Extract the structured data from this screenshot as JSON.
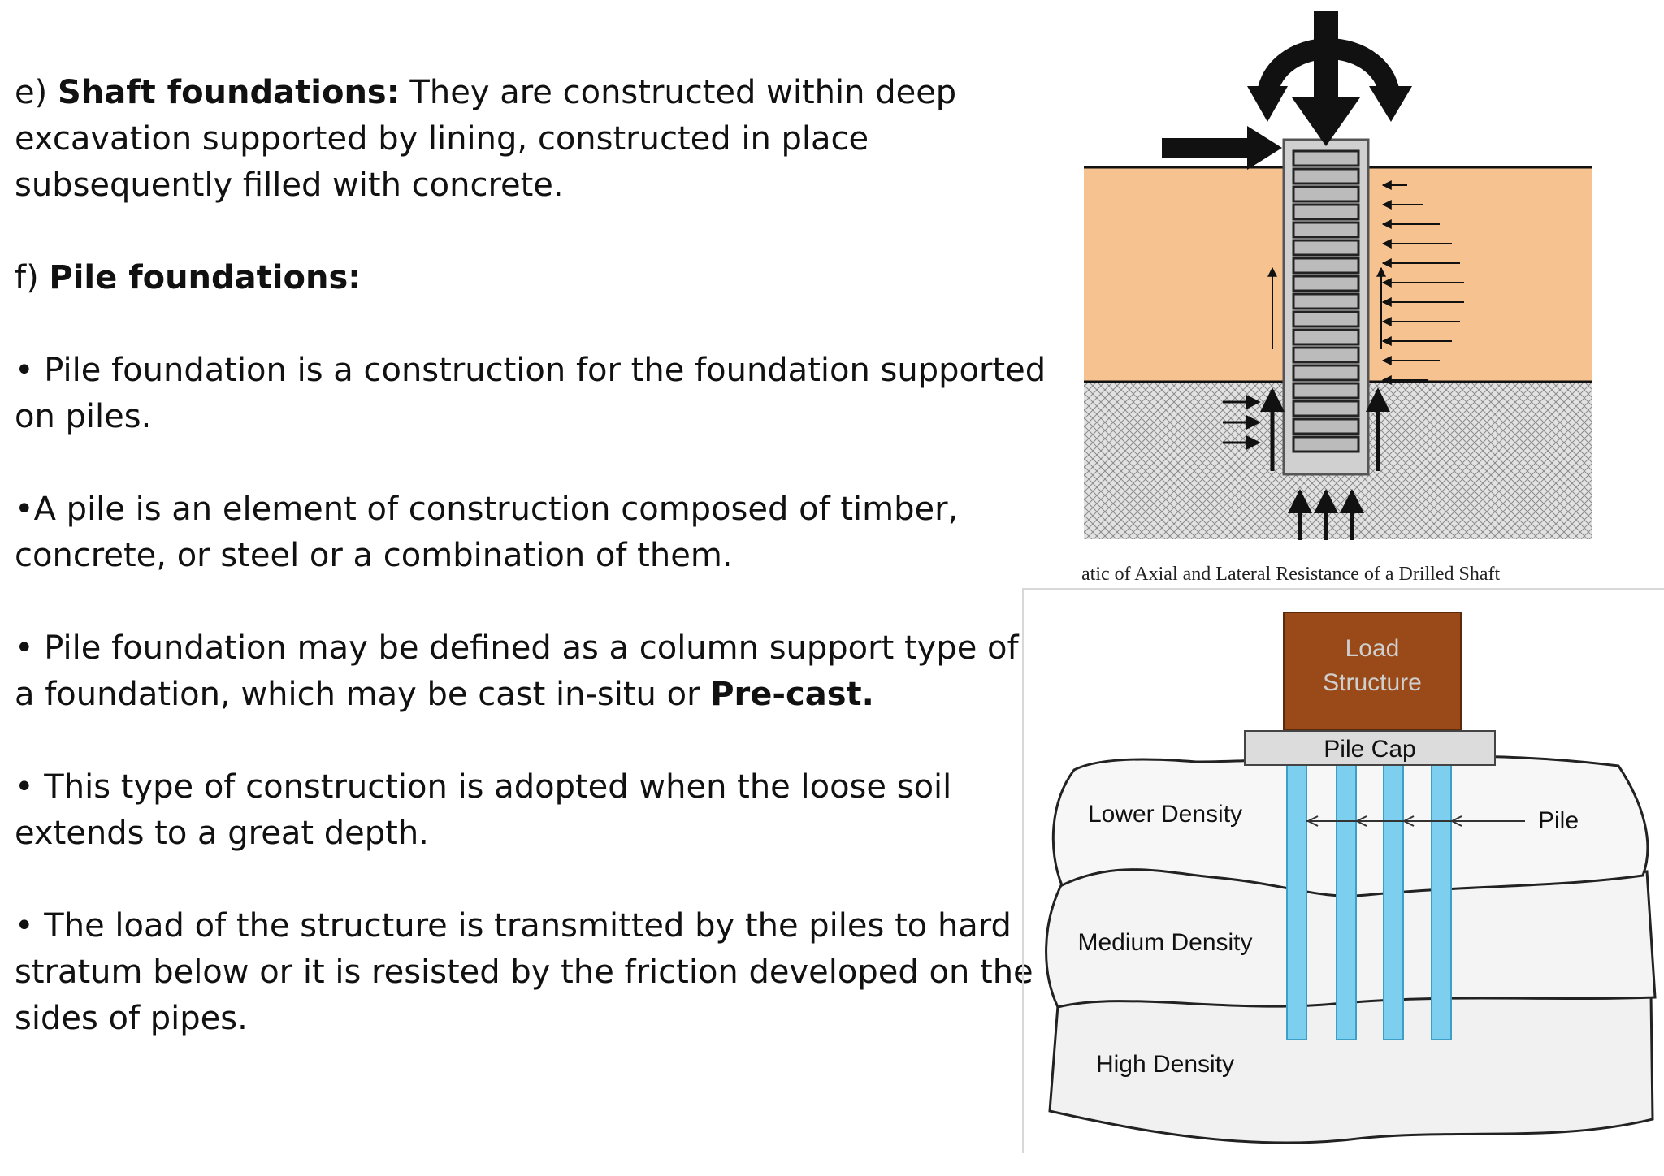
{
  "paragraphs": {
    "shaft": {
      "prefix": "e) ",
      "heading": "Shaft foundations:",
      "text": " They are constructed within deep excavation supported by lining, constructed in place subsequently filled with concrete."
    },
    "pile": {
      "prefix": "f) ",
      "heading": "Pile foundations:"
    },
    "bullet1": "• Pile foundation is a construction for the foundation supported on piles.",
    "bullet2": "•A pile is an element of construction composed of timber, concrete, or steel or a combination of them.",
    "bullet3": {
      "text": "• Pile foundation may be defined as a column support type of a foundation, which may be cast in-situ or ",
      "bold": "Pre-cast."
    },
    "bullet4": "• This type of construction is adopted when the loose soil extends to a great depth.",
    "bullet5": "• The load of the structure is transmitted by the piles to hard stratum below or it is resisted by the friction developed on the sides of pipes."
  },
  "figure_top": {
    "caption": "atic of Axial and Lateral Resistance of a Drilled Shaft",
    "colors": {
      "soil_upper": "#f6c28f",
      "soil_lower": "#dddddd",
      "shaft": "#c8c8c8",
      "arrows": "#111111"
    }
  },
  "figure_bottom": {
    "labels": {
      "load": "Load",
      "structure": "Structure",
      "pile_cap": "Pile Cap",
      "pile": "Pile",
      "lower": "Lower Density",
      "medium": "Medium Density",
      "high": "High Density"
    },
    "colors": {
      "load_box": "#9a4a18",
      "pile_cap": "#dcdcdc",
      "piles": "#7ccfee",
      "rock": "#f2f2f2"
    }
  }
}
